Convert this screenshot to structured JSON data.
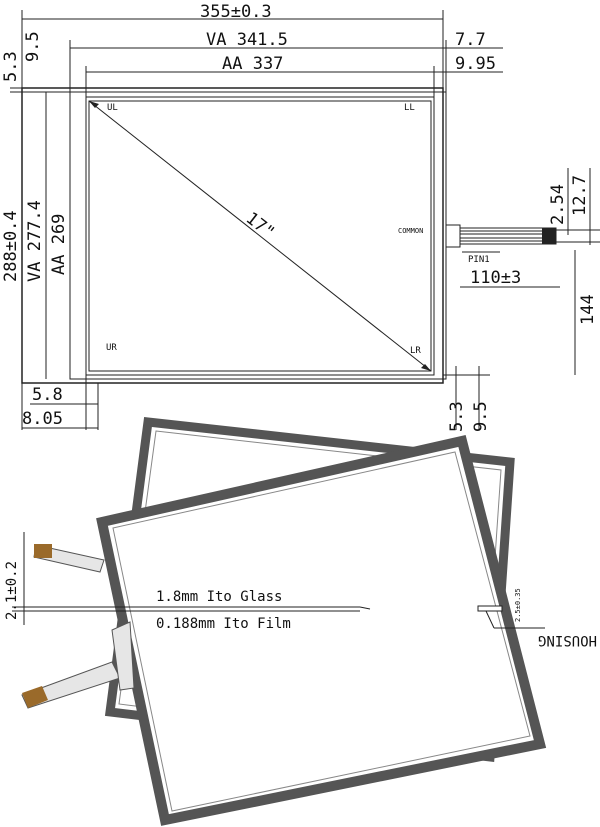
{
  "dimensions": {
    "overall_width": "355±0.3",
    "va_width": "VA 341.5",
    "aa_width": "AA 337",
    "left_offset_top_1": "5.3",
    "left_offset_top_2": "9.5",
    "right_offset_1": "7.7",
    "right_offset_2": "9.95",
    "overall_height": "288±0.4",
    "va_height": "VA 277.4",
    "aa_height": "AA 269",
    "pitch": "2.54",
    "tail_width": "12.7",
    "tail_length": "110±3",
    "tail_position": "144",
    "bottom_offset_1": "5.8",
    "bottom_offset_2": "8.05",
    "bottom_right_1": "5.3",
    "bottom_right_2": "9.5"
  },
  "labels": {
    "ul": "UL",
    "ll": "LL",
    "ur": "UR",
    "lr": "LR",
    "diagonal": "17\"",
    "common": "COMMON",
    "pin1": "PIN1"
  },
  "side_view": {
    "glass_label": "1.8mm Ito Glass",
    "film_label": "0.188mm Ito Film",
    "thickness": "2.1±0.2",
    "housing_thickness": "2.5±0.35",
    "housing": "HOUSING"
  }
}
